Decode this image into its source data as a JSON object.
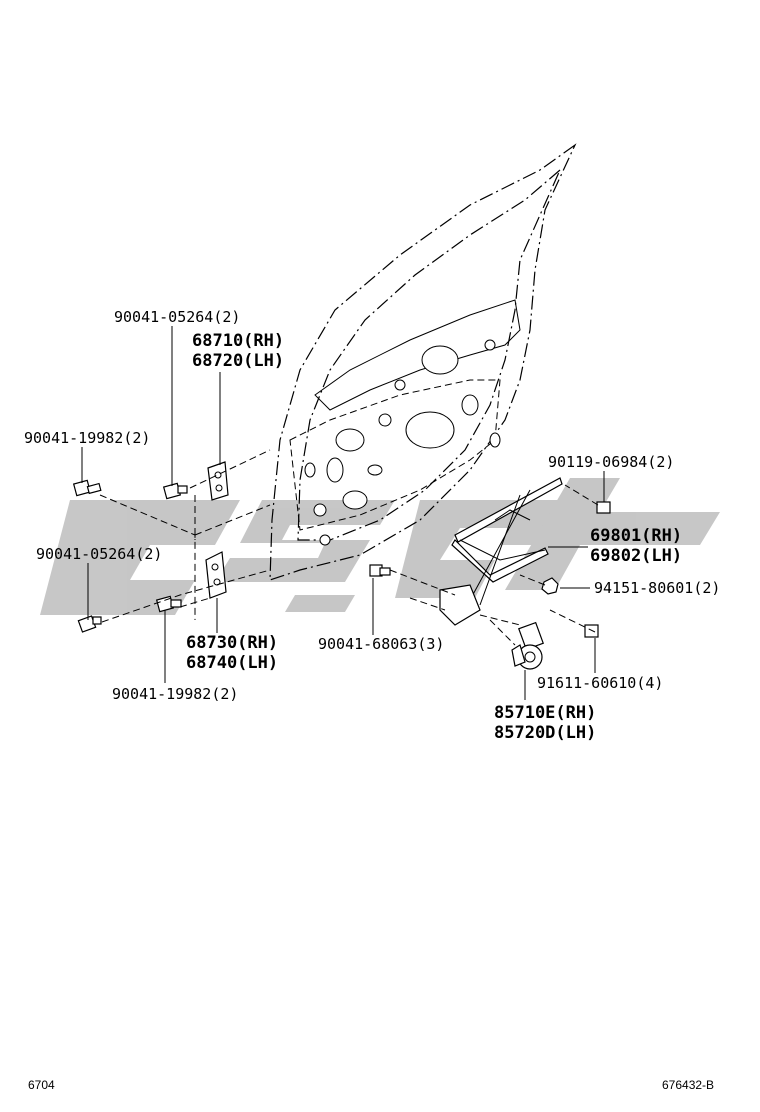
{
  "watermark_color": "#bdbdbd",
  "labels": {
    "p_90041_05264_top": "90041-05264(2)",
    "p_68710": "68710(RH)",
    "p_68720": "68720(LH)",
    "p_90041_19982_top": "90041-19982(2)",
    "p_90119_06984": "90119-06984(2)",
    "p_69801": "69801(RH)",
    "p_69802": "69802(LH)",
    "p_90041_05264_left": "90041-05264(2)",
    "p_94151_80601": "94151-80601(2)",
    "p_68730": "68730(RH)",
    "p_68740": "68740(LH)",
    "p_90041_68063": "90041-68063(3)",
    "p_91611_60610": "91611-60610(4)",
    "p_90041_19982_bottom": "90041-19982(2)",
    "p_85710e": "85710E(RH)",
    "p_85720d": "85720D(LH)"
  },
  "footer": {
    "page_code": "6704",
    "figure_code": "676432-B"
  }
}
